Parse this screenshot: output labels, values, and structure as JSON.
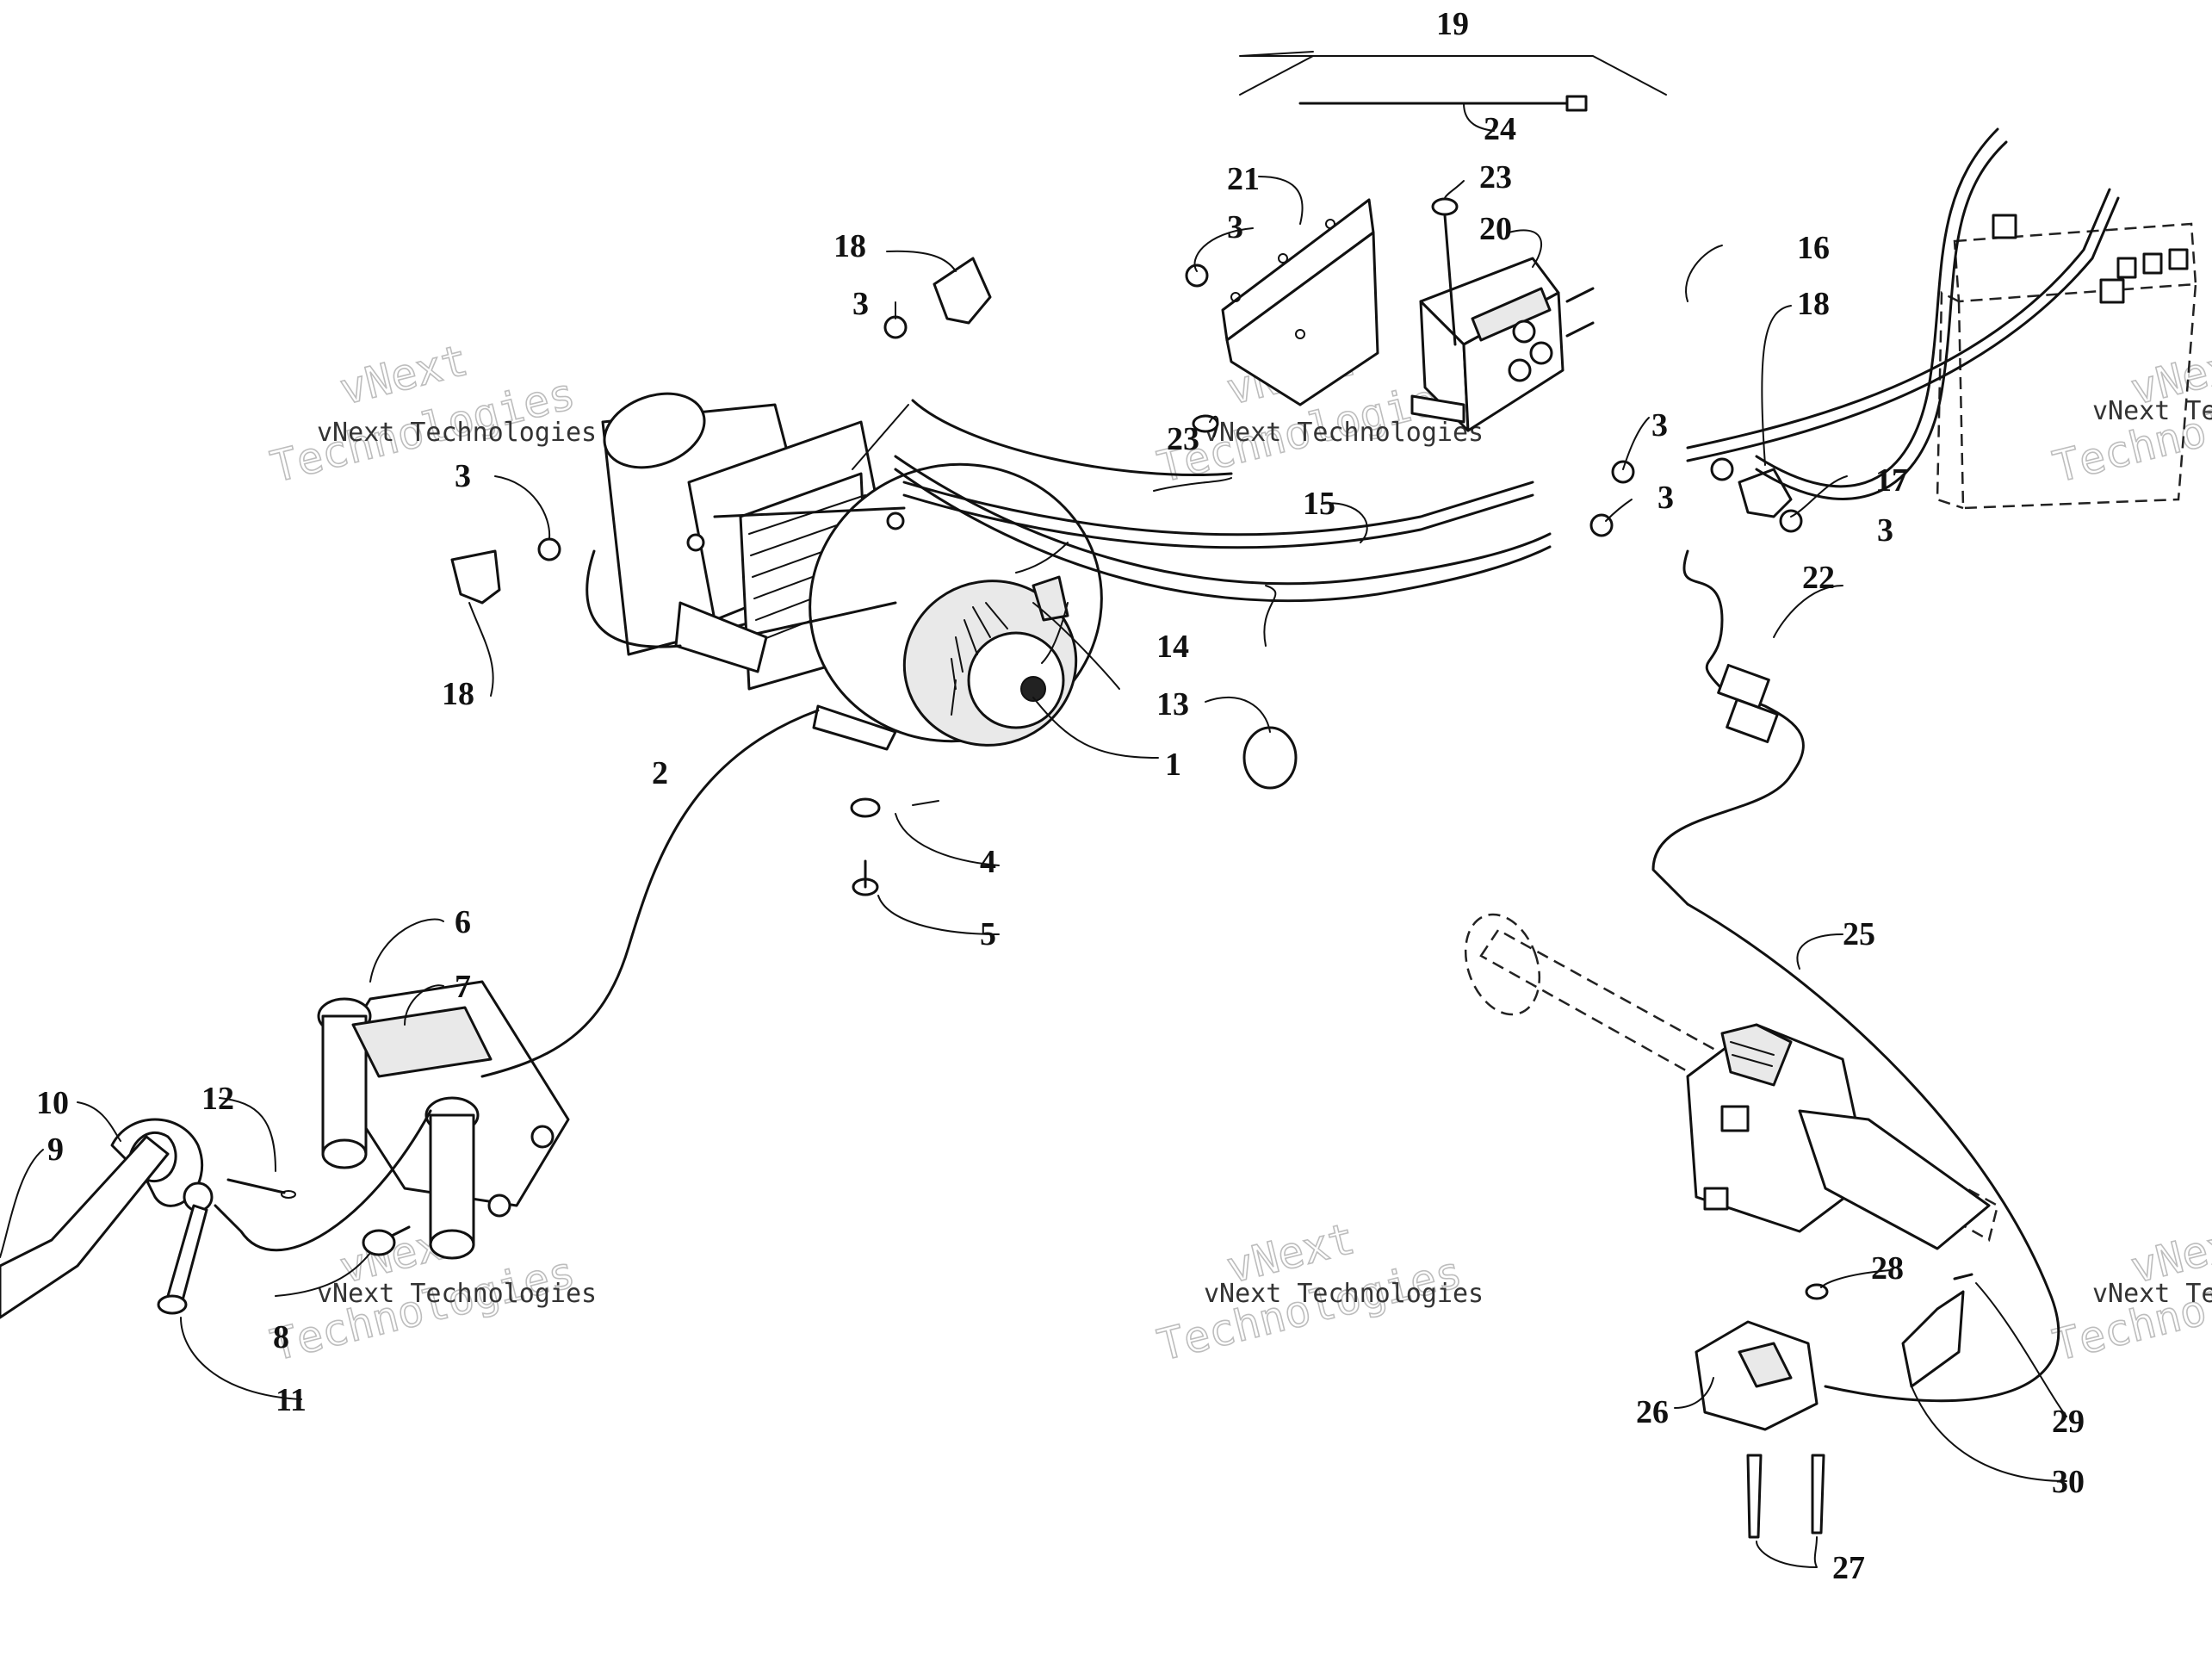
{
  "watermark": {
    "line1": "vNext",
    "line2": "Technologies",
    "small": "vNext Technologies"
  },
  "callouts": [
    {
      "id": "c1",
      "label": "1"
    },
    {
      "id": "c2",
      "label": "2"
    },
    {
      "id": "c3a",
      "label": "3"
    },
    {
      "id": "c3b",
      "label": "3"
    },
    {
      "id": "c3c",
      "label": "3"
    },
    {
      "id": "c3d",
      "label": "3"
    },
    {
      "id": "c3e",
      "label": "3"
    },
    {
      "id": "c3f",
      "label": "3"
    },
    {
      "id": "c4",
      "label": "4"
    },
    {
      "id": "c5",
      "label": "5"
    },
    {
      "id": "c6",
      "label": "6"
    },
    {
      "id": "c7",
      "label": "7"
    },
    {
      "id": "c8",
      "label": "8"
    },
    {
      "id": "c9",
      "label": "9"
    },
    {
      "id": "c10",
      "label": "10"
    },
    {
      "id": "c11",
      "label": "11"
    },
    {
      "id": "c12",
      "label": "12"
    },
    {
      "id": "c13",
      "label": "13"
    },
    {
      "id": "c14",
      "label": "14"
    },
    {
      "id": "c15",
      "label": "15"
    },
    {
      "id": "c16",
      "label": "16"
    },
    {
      "id": "c17",
      "label": "17"
    },
    {
      "id": "c18a",
      "label": "18"
    },
    {
      "id": "c18b",
      "label": "18"
    },
    {
      "id": "c18c",
      "label": "18"
    },
    {
      "id": "c19",
      "label": "19"
    },
    {
      "id": "c20",
      "label": "20"
    },
    {
      "id": "c21",
      "label": "21"
    },
    {
      "id": "c22",
      "label": "22"
    },
    {
      "id": "c23a",
      "label": "23"
    },
    {
      "id": "c23b",
      "label": "23"
    },
    {
      "id": "c24",
      "label": "24"
    },
    {
      "id": "c25",
      "label": "25"
    },
    {
      "id": "c26",
      "label": "26"
    },
    {
      "id": "c27",
      "label": "27"
    },
    {
      "id": "c28",
      "label": "28"
    },
    {
      "id": "c29",
      "label": "29"
    },
    {
      "id": "c30",
      "label": "30"
    }
  ]
}
